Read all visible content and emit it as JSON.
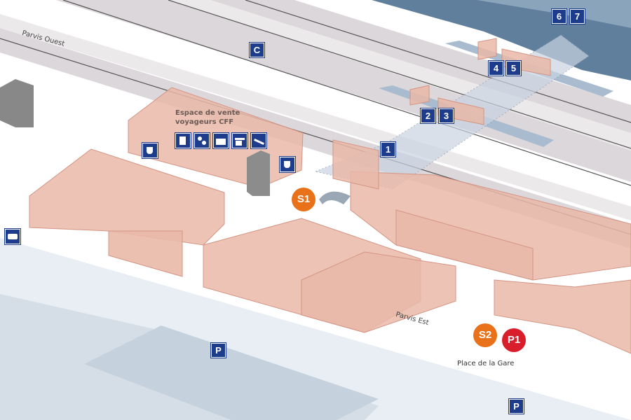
{
  "map": {
    "area_labels": {
      "parvis_ouest": "Parvis Ouest",
      "parvis_est": "Parvis Est",
      "place_de_la_gare": "Place de la Gare",
      "sales_area": "Espace de vente voyageurs CFF"
    },
    "platform_markers": [
      "1",
      "2",
      "3",
      "4",
      "5",
      "6",
      "7"
    ],
    "sector_marker": "C",
    "parking_marker": "P",
    "stops": [
      {
        "label": "S1",
        "color": "#e8711a"
      },
      {
        "label": "S2",
        "color": "#e8711a"
      },
      {
        "label": "P1",
        "color": "#d81e2a"
      }
    ],
    "service_icons": [
      "ticket-machine-icon",
      "currency-exchange-icon",
      "luggage-icon",
      "baggage-transport-icon",
      "airport-icon",
      "ticket-machine-icon",
      "bus-icon"
    ],
    "colors": {
      "building": "#e9b9a8",
      "track": "#d9d4d6",
      "marker": "#1d3c8c",
      "water": "#e6edf4"
    }
  }
}
